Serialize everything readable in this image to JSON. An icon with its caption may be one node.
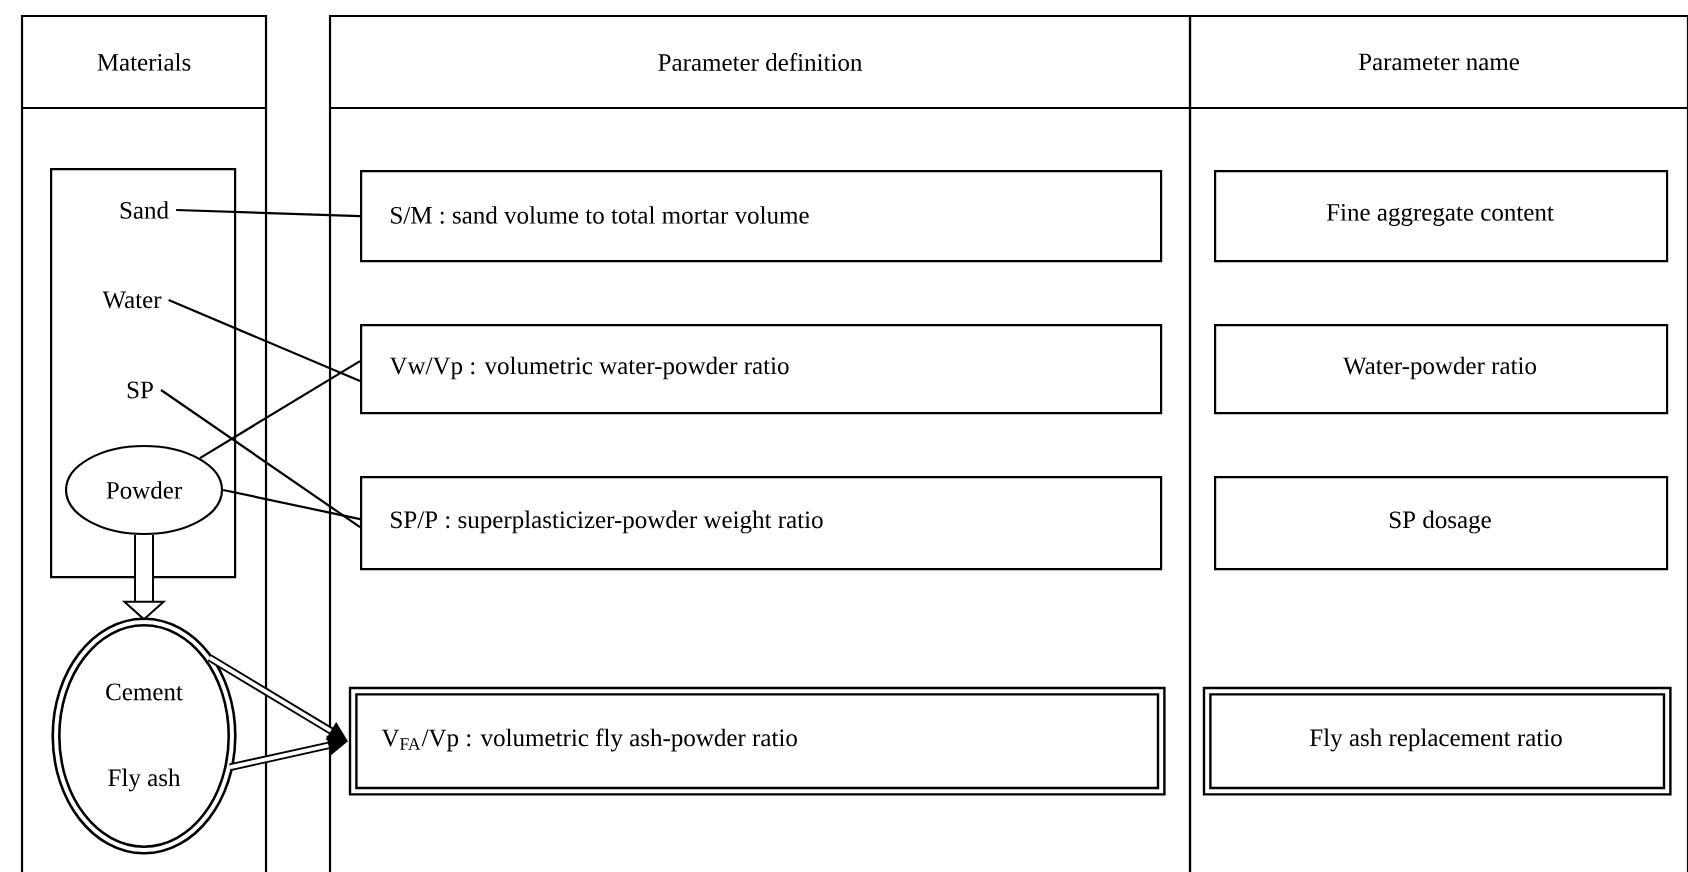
{
  "diagram": {
    "nodes": [
      {
        "text": [
          "Materials"
        ]
      },
      {
        "text": [],
        "shape": "box",
        "in": 0
      },
      {
        "text": [
          "Sand"
        ],
        "in": 1
      },
      {
        "text": [
          "Water"
        ],
        "in": 1
      },
      {
        "text": [
          "SP"
        ],
        "in": 1
      },
      {
        "text": [
          "Powder"
        ],
        "in": 1
      },
      {
        "text": [
          "Cement",
          "Fly ash"
        ],
        "in": 0
      },
      {
        "text": [
          "Parameter definition"
        ]
      },
      {
        "text": [
          "S/M : sand volume to total mortar volume"
        ],
        "in": 7
      },
      {
        "text": [
          "Vw/Vp : volumetric water-powder ratio"
        ],
        "in": 7
      },
      {
        "text": [
          "SP/P : superplasticizer-powder weight  ratio"
        ],
        "in": 7
      },
      {
        "text": [
          "V$_{FA}$/Vp : volumetric fly ash-powder ratio"
        ],
        "in": 7
      },
      {
        "text": [
          "Parameter name"
        ]
      },
      {
        "text": [
          "Fine aggregate content"
        ],
        "in": 12
      },
      {
        "text": [
          "Water-powder ratio"
        ],
        "in": 12
      },
      {
        "text": [
          "SP dosage"
        ],
        "in": 12
      },
      {
        "text": [
          "Fly ash replacement ratio"
        ],
        "in": 12
      }
    ],
    "edges": [
      {
        "from": 2,
        "to": 8,
        "arrow": "none"
      },
      {
        "from": 3,
        "to": 9,
        "arrow": "none"
      },
      {
        "from": 4,
        "to": 10,
        "arrow": "none"
      },
      {
        "from": 5,
        "to": 9,
        "arrow": "none"
      },
      {
        "from": 5,
        "to": 10,
        "arrow": "none"
      },
      {
        "from": 5,
        "to": 6,
        "arrow": "to",
        "style": "thick"
      },
      {
        "from": 6,
        "to": 11,
        "arrow": "to",
        "style": "thick"
      },
      {
        "from": 6,
        "to": 11,
        "arrow": "to",
        "style": "thick"
      }
    ]
  }
}
